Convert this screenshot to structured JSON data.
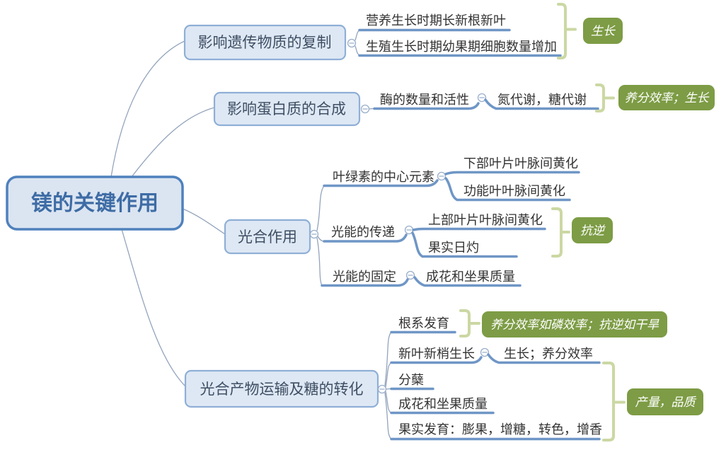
{
  "title": "镁的关键作用",
  "colors": {
    "root_fill": "#DBE5F1",
    "root_border": "#4F81BD",
    "root_text": "#3E6CA5",
    "branch_fill": "#DEE8F4",
    "branch_border": "#8FAFD6",
    "branch_text": "#3F4E63",
    "leaf_text": "#333333",
    "topic_line_blue": "#6F96C6",
    "connector_gray_blue": "#93A4BC",
    "bracket_green": "#CBD8A3",
    "summary_fill": "#7D9C45",
    "summary_text": "#FFFFFF"
  },
  "icons": {
    "collapse": "minus-in-circle"
  },
  "root": {
    "label": "镁的关键作用"
  },
  "branches": [
    {
      "label": "影响遗传物质的复制",
      "children": [
        {
          "label": "营养生长时期长新根新叶"
        },
        {
          "label": "生殖生长时期幼果期细胞数量增加"
        }
      ],
      "summary": {
        "label": "生长"
      }
    },
    {
      "label": "影响蛋白质的合成",
      "children": [
        {
          "label": "酶的数量和活性",
          "children": [
            {
              "label": "氮代谢，糖代谢"
            }
          ]
        }
      ],
      "summary": {
        "label": "养分效率；生长"
      }
    },
    {
      "label": "光合作用",
      "children": [
        {
          "label": "叶绿素的中心元素",
          "children": [
            {
              "label": "下部叶片叶脉间黄化"
            },
            {
              "label": "功能叶叶脉间黄化"
            }
          ]
        },
        {
          "label": "光能的传递",
          "children": [
            {
              "label": "上部叶片叶脉间黄化"
            },
            {
              "label": "果实日灼"
            }
          ],
          "summary": {
            "label": "抗逆"
          }
        },
        {
          "label": "光能的固定",
          "children": [
            {
              "label": "成花和坐果质量"
            }
          ]
        }
      ]
    },
    {
      "label": "光合产物运输及糖的转化",
      "children": [
        {
          "label": "根系发育",
          "summary": {
            "label": "养分效率如磷效率；抗逆如干旱"
          }
        },
        {
          "label": "新叶新梢生长",
          "children": [
            {
              "label": "生长；养分效率"
            }
          ]
        },
        {
          "label": "分蘖"
        },
        {
          "label": "成花和坐果质量"
        },
        {
          "label": "果实发育：膨果，增糖，转色，增香"
        }
      ],
      "summary": {
        "label": "产量，品质"
      }
    }
  ]
}
